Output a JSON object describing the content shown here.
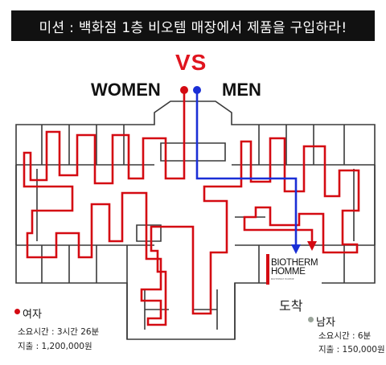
{
  "mission": "미션 : 백화점 1층 비오템 매장에서 제품을 구입하라!",
  "vs": "VS",
  "women": "WOMEN",
  "men": "MEN",
  "store": {
    "name_line1": "BIOTHERM",
    "name_line2": "HOMME",
    "tagline": "BIOTHERM HOMME"
  },
  "arrival": "도착",
  "female": {
    "title": "여자",
    "time": "소요시간 : 3시간 26분",
    "cost": "지출 : 1,200,000원"
  },
  "male": {
    "title": "남자",
    "time": "소요시간 : 6분",
    "cost": "지출 : 150,000원"
  },
  "colors": {
    "banner": "#111111",
    "women_path": "#d40a12",
    "men_path": "#1a2fd6",
    "vs_text": "#e0141e",
    "female_dot": "#d40a12",
    "male_dot": "#9aa49a"
  }
}
